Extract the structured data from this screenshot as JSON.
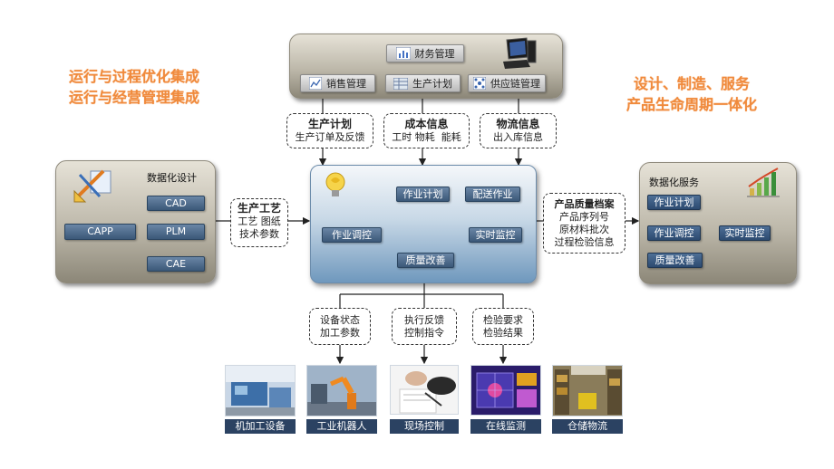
{
  "left_titles": [
    "运行与过程优化集成",
    "运行与经营管理集成"
  ],
  "right_titles": [
    "设计、制造、服务",
    "产品生命周期一体化"
  ],
  "top_panel": {
    "finance": "财务管理",
    "sales": "销售管理",
    "production_plan": "生产计划",
    "supply_chain": "供应链管理"
  },
  "top_dashed": [
    {
      "title": "生产计划",
      "lines": [
        "生产订单及反馈"
      ]
    },
    {
      "title": "成本信息",
      "lines": [
        "工时 物耗  能耗"
      ]
    },
    {
      "title": "物流信息",
      "lines": [
        "出入库信息"
      ]
    }
  ],
  "left_panel": {
    "title": "数据化设计",
    "cad": "CAD",
    "capp": "CAPP",
    "plm": "PLM",
    "cae": "CAE"
  },
  "left_dashed": {
    "title": "生产工艺",
    "lines": [
      "工艺 图纸",
      "技术参数"
    ]
  },
  "center_panel": {
    "plan": "作业计划",
    "dispatch": "配送作业",
    "adjust": "作业调控",
    "monitor": "实时监控",
    "quality": "质量改善"
  },
  "right_dashed": {
    "title": "产品质量档案",
    "lines": [
      "产品序列号",
      "原材料批次",
      "过程检验信息"
    ]
  },
  "right_panel": {
    "title": "数据化服务",
    "plan": "作业计划",
    "adjust": "作业调控",
    "monitor": "实时监控",
    "quality": "质量改善"
  },
  "bottom_dashed": [
    {
      "lines": [
        "设备状态",
        "加工参数"
      ]
    },
    {
      "lines": [
        "执行反馈",
        "控制指令"
      ]
    },
    {
      "lines": [
        "检验要求",
        "检验结果"
      ]
    }
  ],
  "bottom_labels": [
    "机加工设备",
    "工业机器人",
    "现场控制",
    "在线监测",
    "仓储物流"
  ],
  "icons": [
    "bar-chart-icon",
    "line-chart-icon",
    "computer-icon",
    "design-tools-icon",
    "lightbulb-icon",
    "growth-chart-icon"
  ]
}
